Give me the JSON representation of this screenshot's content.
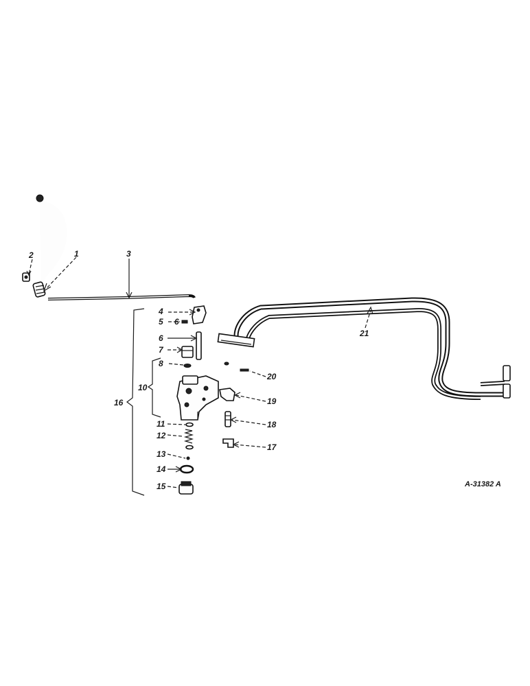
{
  "callouts": {
    "c1": "1",
    "c2": "2",
    "c3": "3",
    "c4": "4",
    "c5": "5",
    "c5b": "6",
    "c6": "6",
    "c7": "7",
    "c8": "8",
    "c10": "10",
    "c11": "11",
    "c12": "12",
    "c13": "13",
    "c14": "14",
    "c15": "15",
    "c16": "16",
    "c17": "17",
    "c18": "18",
    "c19": "19",
    "c20": "20",
    "c21": "21"
  },
  "reference_code": "A-31382 A"
}
